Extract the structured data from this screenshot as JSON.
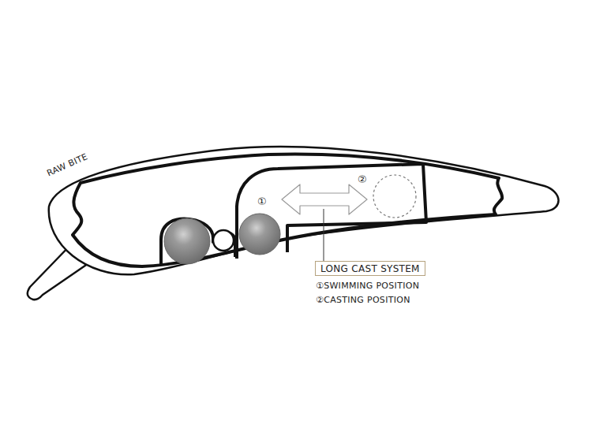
{
  "diagram": {
    "nodes": [
      {
        "text": [
          "LONG CAST SYSTEM"
        ]
      }
    ],
    "labels": [
      "RAW BITE",
      "①",
      "②",
      "①SWIMMING POSITION",
      "②CASTING POSITION"
    ]
  }
}
